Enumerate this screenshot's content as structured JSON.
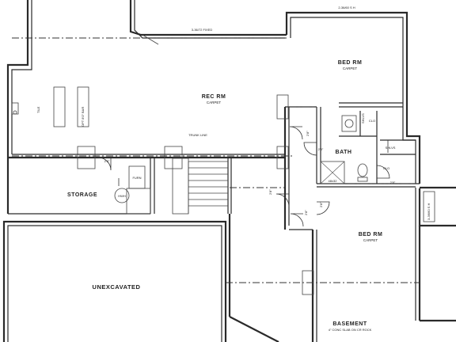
{
  "rooms": {
    "rec_rm": {
      "name": "REC RM",
      "floor": "CARPET"
    },
    "bed_rm_upper": {
      "name": "BED RM",
      "floor": "CARPET"
    },
    "bed_rm_lower": {
      "name": "BED RM",
      "floor": "CARPET"
    },
    "bath": {
      "name": "BATH"
    },
    "storage": {
      "name": "STORAGE"
    },
    "unexcavated": {
      "name": "UNEXCAVATED"
    },
    "basement": {
      "name": "BASEMENT",
      "note": "4\" CONC SLAB ON CR ROCK"
    }
  },
  "labels": {
    "window_top_right": "2-36/60 S H",
    "window_rec": "3-36/72 FIXED",
    "trunk_line": "TRUNK LINE",
    "bar": "OPT 8'0\" BAR",
    "tile": "TILE",
    "clo_1": "CLO",
    "clo_2": "CLO",
    "linen_1": "SHLVS",
    "linen_2": "SHLVS",
    "shower": "48x32",
    "furn": "FURN",
    "whtr": "HWH",
    "dims": [
      "2'8\"",
      "2'8\"",
      "2'8\"",
      "2'8\"",
      "2'8\"",
      "2'8\"",
      "2'8\""
    ],
    "side_window": "3-36/60 S H"
  }
}
